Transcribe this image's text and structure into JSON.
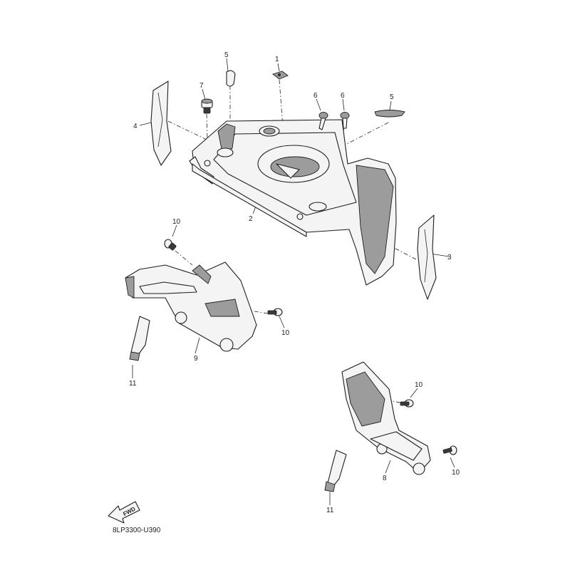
{
  "diagram": {
    "drawing_code": "8LP3300-U390",
    "fwd_label": "FWD",
    "callouts": [
      "1",
      "2",
      "3",
      "4",
      "5",
      "5",
      "6",
      "6",
      "7",
      "8",
      "9",
      "10",
      "10",
      "10",
      "10",
      "11",
      "11"
    ]
  }
}
